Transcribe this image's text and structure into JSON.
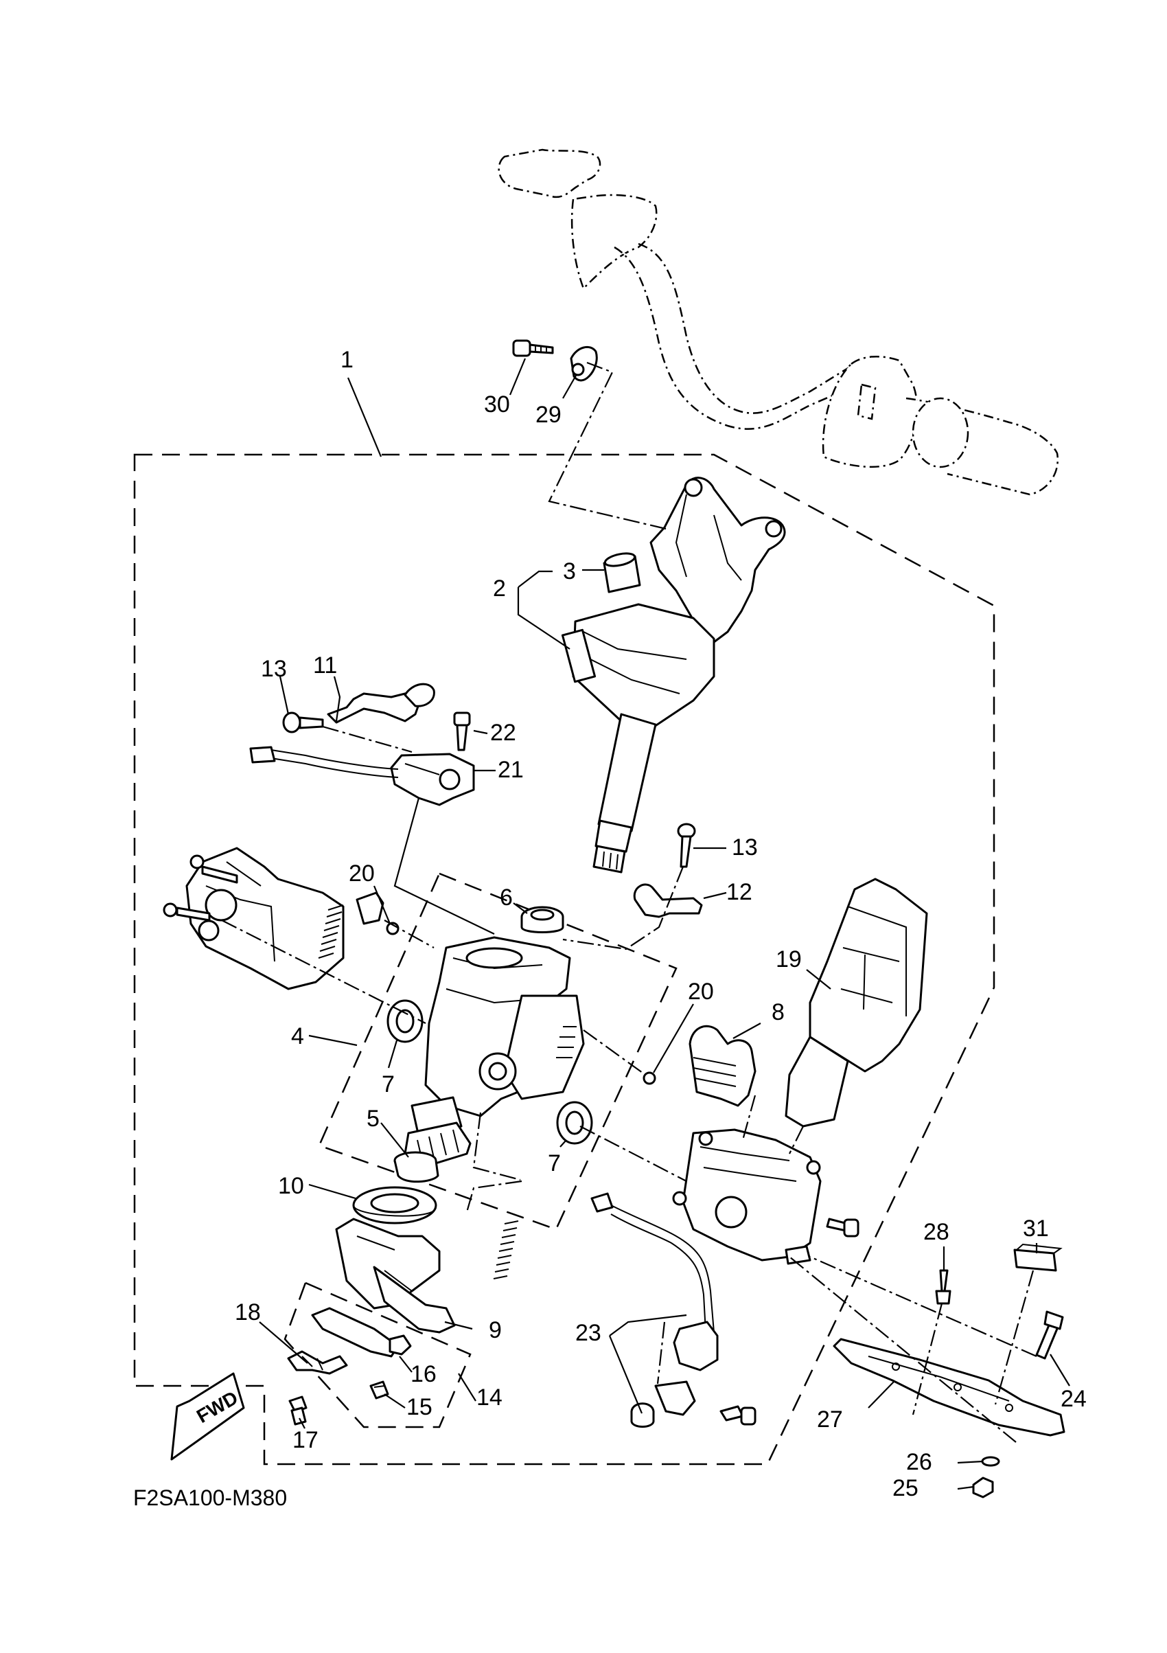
{
  "diagram": {
    "code": "F2SA100-M380",
    "fwd_label": "FWD",
    "callouts": [
      {
        "id": "c1",
        "text": "1"
      },
      {
        "id": "c2",
        "text": "2"
      },
      {
        "id": "c3",
        "text": "3"
      },
      {
        "id": "c4",
        "text": "4"
      },
      {
        "id": "c5",
        "text": "5"
      },
      {
        "id": "c6",
        "text": "6"
      },
      {
        "id": "c7a",
        "text": "7"
      },
      {
        "id": "c7b",
        "text": "7"
      },
      {
        "id": "c8",
        "text": "8"
      },
      {
        "id": "c9",
        "text": "9"
      },
      {
        "id": "c10",
        "text": "10"
      },
      {
        "id": "c11",
        "text": "11"
      },
      {
        "id": "c12",
        "text": "12"
      },
      {
        "id": "c13a",
        "text": "13"
      },
      {
        "id": "c13b",
        "text": "13"
      },
      {
        "id": "c14",
        "text": "14"
      },
      {
        "id": "c15",
        "text": "15"
      },
      {
        "id": "c16",
        "text": "16"
      },
      {
        "id": "c17",
        "text": "17"
      },
      {
        "id": "c18",
        "text": "18"
      },
      {
        "id": "c19",
        "text": "19"
      },
      {
        "id": "c20a",
        "text": "20"
      },
      {
        "id": "c20b",
        "text": "20"
      },
      {
        "id": "c21",
        "text": "21"
      },
      {
        "id": "c22",
        "text": "22"
      },
      {
        "id": "c23",
        "text": "23"
      },
      {
        "id": "c24",
        "text": "24"
      },
      {
        "id": "c25",
        "text": "25"
      },
      {
        "id": "c26",
        "text": "26"
      },
      {
        "id": "c27",
        "text": "27"
      },
      {
        "id": "c28",
        "text": "28"
      },
      {
        "id": "c29",
        "text": "29"
      },
      {
        "id": "c30",
        "text": "30"
      },
      {
        "id": "c31",
        "text": "31"
      }
    ]
  }
}
